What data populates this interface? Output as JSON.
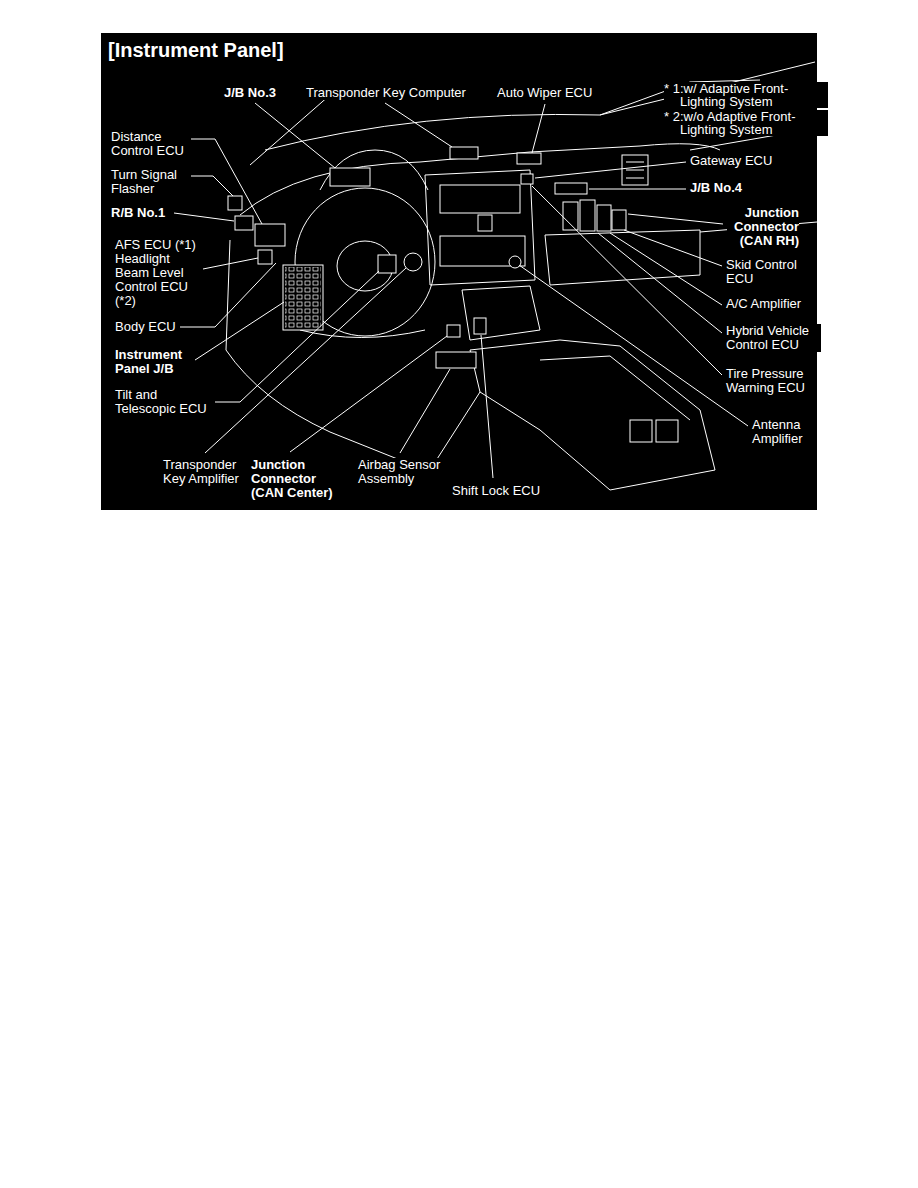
{
  "diagram": {
    "title": "[Instrument Panel]",
    "labels": [
      "J/B No.3",
      "Transponder Key Computer",
      "Auto Wiper ECU",
      "* 1:w/ Adaptive Front- Lighting System",
      "* 2:w/o Adaptive Front- Lighting System",
      "Distance Control ECU",
      "Gateway ECU",
      "Turn Signal Flasher",
      "J/B No.4",
      "R/B No.1",
      "Junction Connector (CAN RH)",
      "AFS ECU (*1) Headlight Beam Level Control ECU (*2)",
      "Skid Control ECU",
      "A/C Amplifier",
      "Body ECU",
      "Hybrid Vehicle Control ECU",
      "Instrument Panel J/B",
      "Tire Pressure Warning ECU",
      "Tilt and Telescopic ECU",
      "Antenna Amplifier",
      "Transponder Key Amplifier",
      "Junction Connector (CAN Center)",
      "Airbag Sensor Assembly",
      "Shift Lock ECU"
    ]
  }
}
